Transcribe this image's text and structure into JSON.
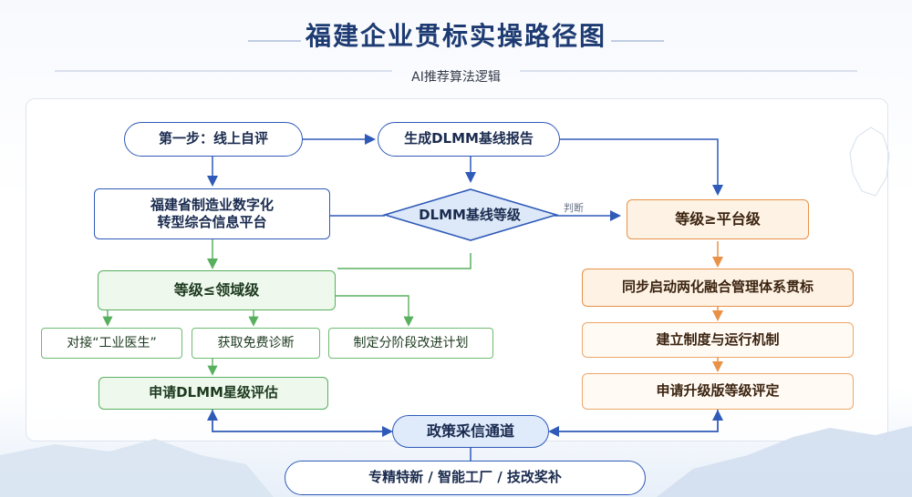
{
  "header": {
    "title": "福建企业贯标实操路径图",
    "subtitle": "AI推荐算法逻辑"
  },
  "nodes": {
    "step1": "第一步：线上自评",
    "report": "生成DLMM基线报告",
    "platform_line1": "福建省制造业数字化",
    "platform_line2": "转型综合信息平台",
    "baseline_level": "DLMM基线等级",
    "judge_label": "判断",
    "high_level": "等级≥平台级",
    "low_level": "等级≤领域级",
    "dock_doctor": "对接“工业医生”",
    "free_diagnosis": "获取免费诊断",
    "stage_plan": "制定分阶段改进计划",
    "apply_star": "申请DLMM星级评估",
    "sync_system": "同步启动两化融合管理体系贯标",
    "establish_system": "建立制度与运行机制",
    "apply_upgrade": "申请升级版等级评定",
    "policy_channel": "政策采信通道",
    "policy_items": "专精特新 / 智能工厂 / 技改奖补"
  },
  "colors": {
    "navy": "#1d3b72",
    "blue_stroke": "#2f5ab8",
    "green_stroke": "#58b05e",
    "green_fill": "#eef8ec",
    "orange_stroke": "#e99247",
    "orange_fill": "#fdf2e4",
    "diamond_fill": "#dde9f8"
  }
}
